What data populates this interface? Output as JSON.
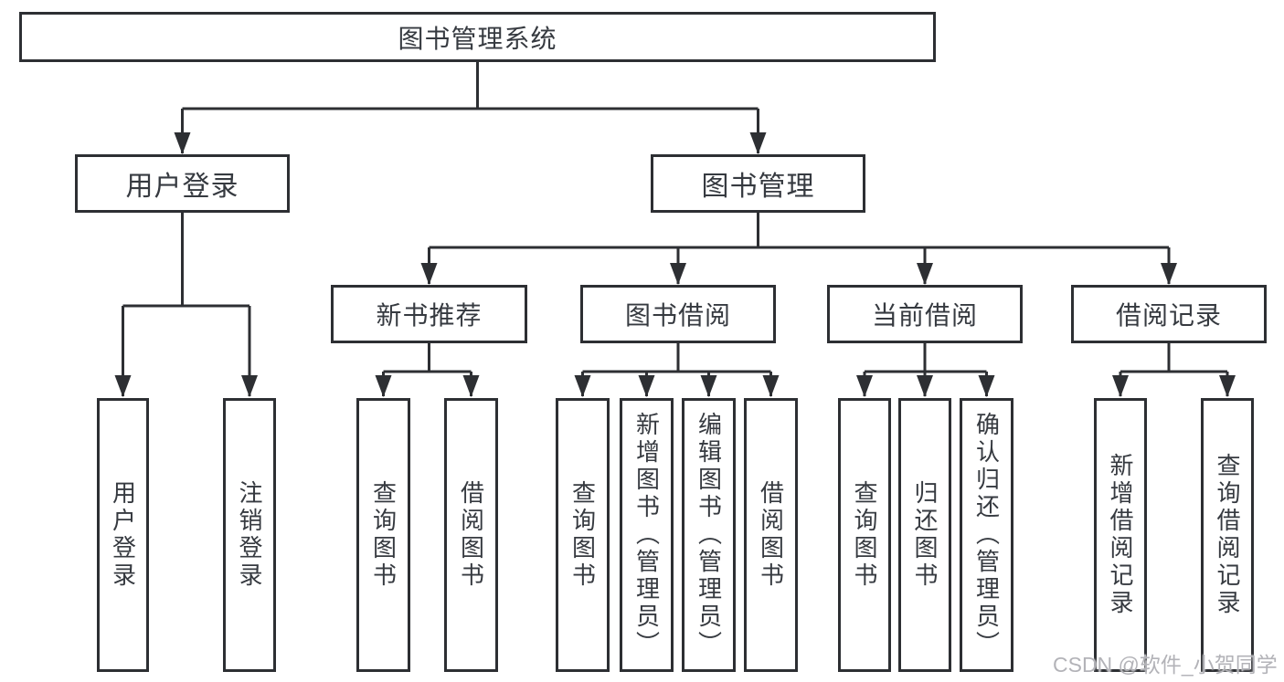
{
  "tree": {
    "root": {
      "label": "图书管理系统",
      "children": [
        {
          "label": "用户登录",
          "children": [
            {
              "label": "用户登录"
            },
            {
              "label": "注销登录"
            }
          ]
        },
        {
          "label": "图书管理",
          "children": [
            {
              "label": "新书推荐",
              "children": [
                {
                  "label": "查询图书"
                },
                {
                  "label": "借阅图书"
                }
              ]
            },
            {
              "label": "图书借阅",
              "children": [
                {
                  "label": "查询图书"
                },
                {
                  "label": "新增图书（管理员）"
                },
                {
                  "label": "编辑图书（管理员）"
                },
                {
                  "label": "借阅图书"
                }
              ]
            },
            {
              "label": "当前借阅",
              "children": [
                {
                  "label": "查询图书"
                },
                {
                  "label": "归还图书"
                },
                {
                  "label": "确认归还（管理员）"
                }
              ]
            },
            {
              "label": "借阅记录",
              "children": [
                {
                  "label": "新增借阅记录"
                },
                {
                  "label": "查询借阅记录"
                }
              ]
            }
          ]
        }
      ]
    }
  },
  "watermark": {
    "text": "CSDN @软件_小贺同学"
  },
  "colors": {
    "line": "#2d2f33",
    "text": "#363a40",
    "watermark": "#b3b3b8",
    "background": "#ffffff"
  }
}
